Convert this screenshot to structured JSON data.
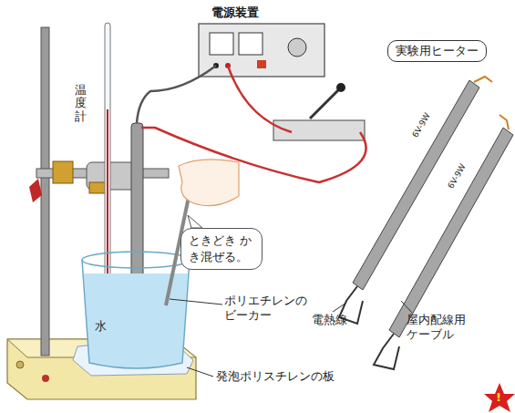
{
  "diagram": {
    "nodes": [
      {
        "text": [
          "実験用ヒーター"
        ]
      },
      {
        "text": [
          "ときどき かき混ぜる。"
        ]
      }
    ],
    "labels": [
      "電源装置",
      "温度計",
      "水",
      "ポリエチレンのビーカー",
      "発泡ポリスチレンの板",
      "電熱線",
      "屋内配線用ケーブル",
      "6V-9W",
      "6V-9W",
      "!"
    ]
  }
}
